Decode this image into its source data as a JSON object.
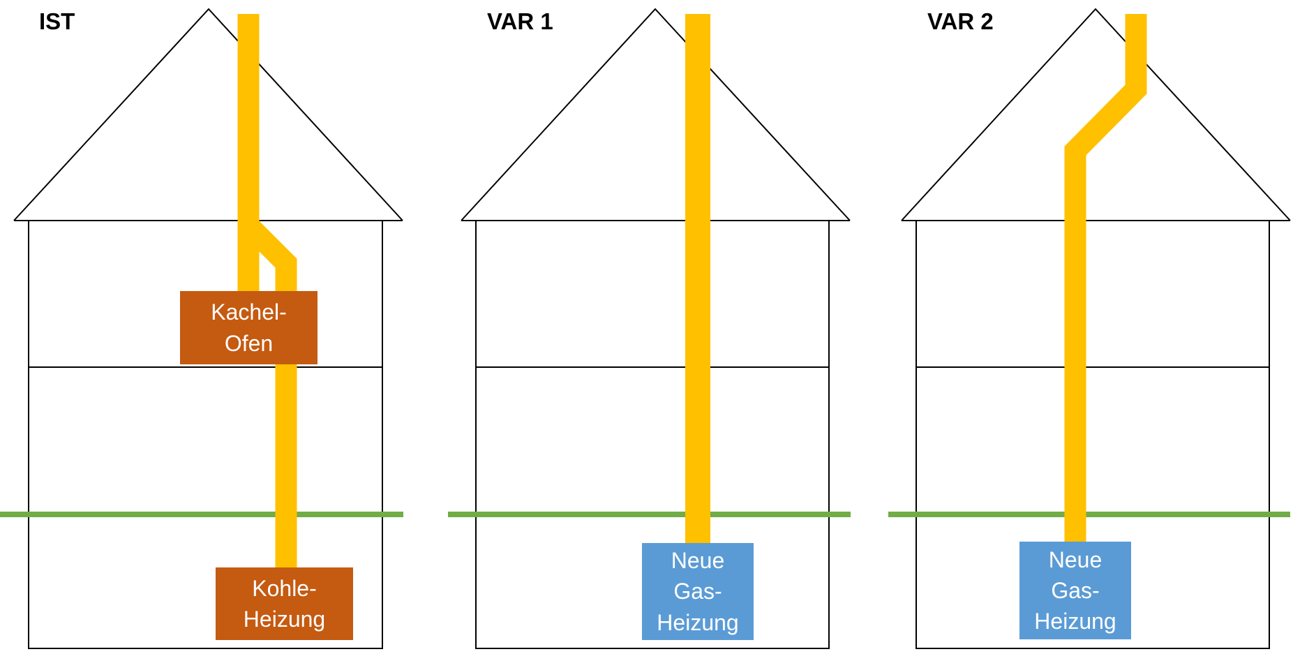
{
  "colors": {
    "flue": "#FFC000",
    "ground": "#70AD47",
    "old_heater": "#C55A11",
    "new_heater": "#5B9BD5",
    "outline": "#000000"
  },
  "variants": [
    {
      "label": "IST",
      "boxes": [
        {
          "kind": "old_heater",
          "lines": [
            "Kachel-",
            "Ofen"
          ]
        },
        {
          "kind": "old_heater",
          "lines": [
            "Kohle-",
            "Heizung"
          ]
        }
      ]
    },
    {
      "label": "VAR 1",
      "boxes": [
        {
          "kind": "new_heater",
          "lines": [
            "Neue",
            "Gas-",
            "Heizung"
          ]
        }
      ]
    },
    {
      "label": "VAR 2",
      "boxes": [
        {
          "kind": "new_heater",
          "lines": [
            "Neue",
            "Gas-",
            "Heizung"
          ]
        }
      ]
    }
  ]
}
